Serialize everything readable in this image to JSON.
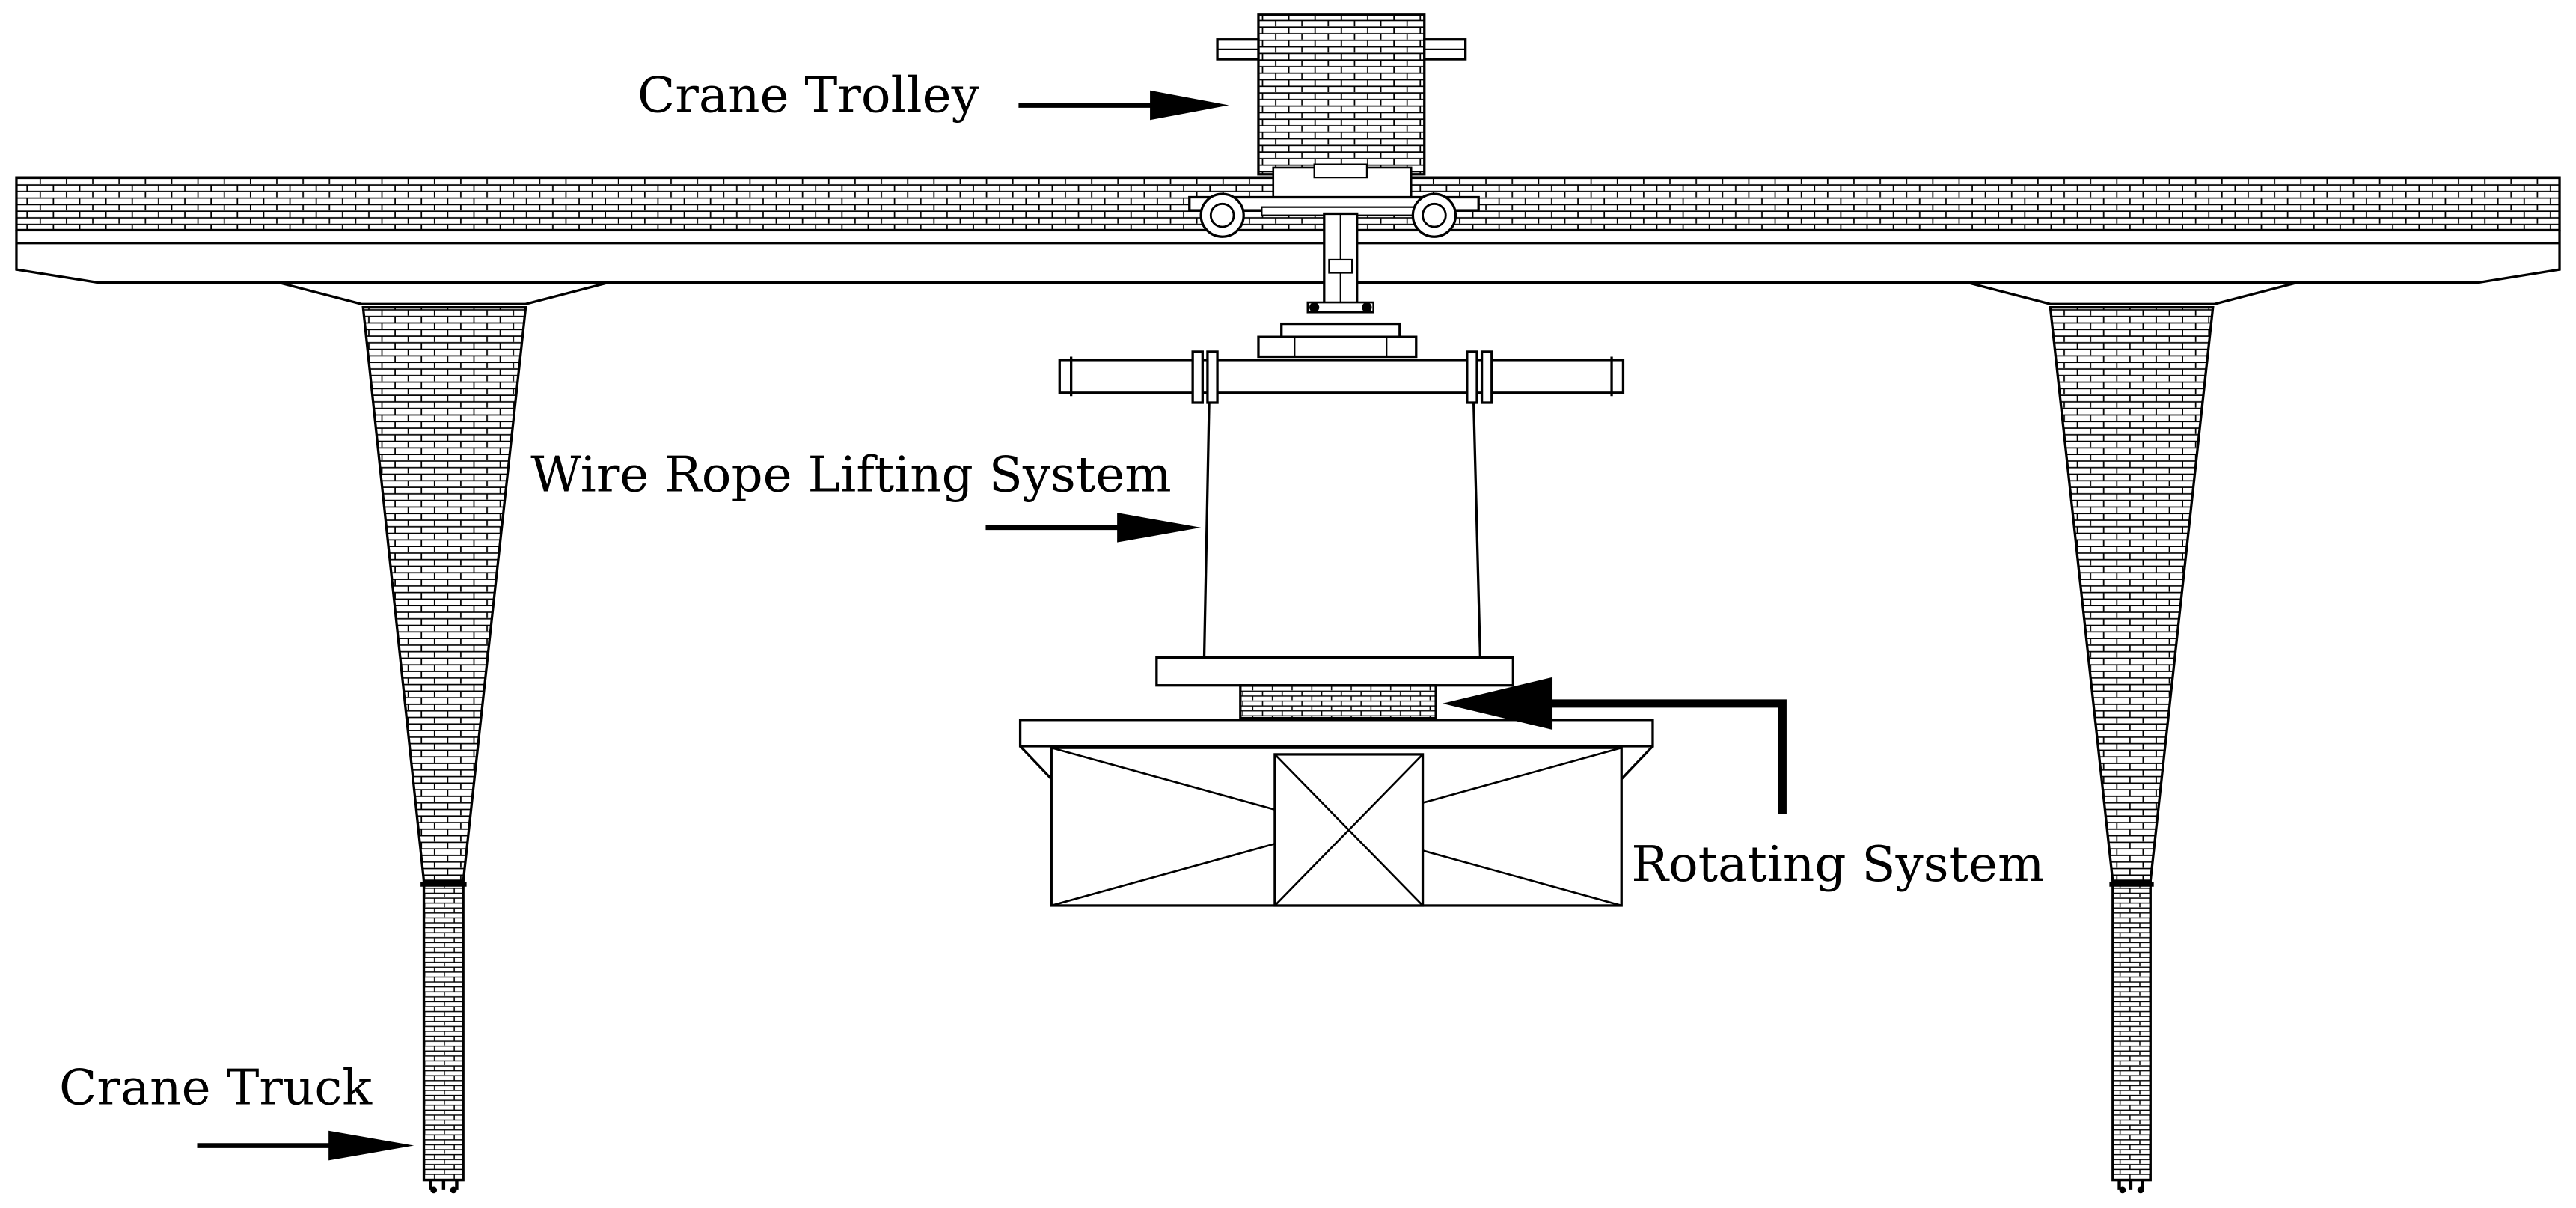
{
  "labels": {
    "crane_trolley": "Crane Trolley",
    "wire_rope": "Wire Rope Lifting System",
    "rotating": "Rotating System",
    "crane_truck": "Crane Truck"
  },
  "colors": {
    "line": "#000000",
    "background": "#ffffff"
  }
}
